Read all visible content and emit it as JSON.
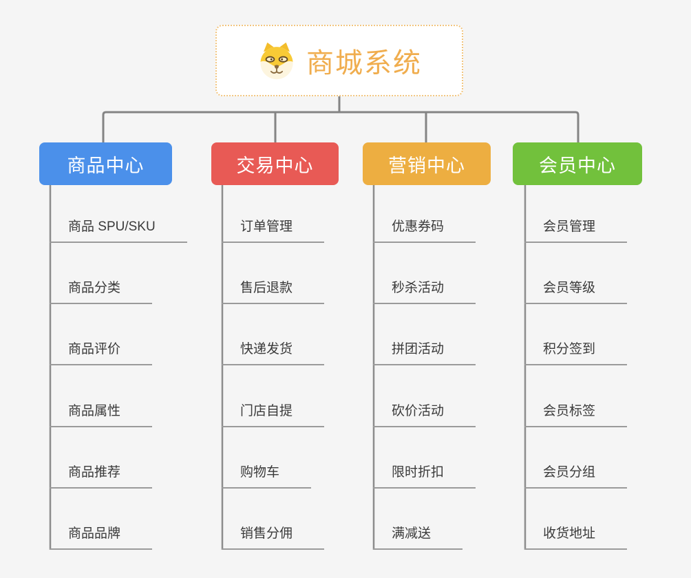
{
  "page": {
    "background_color": "#f5f5f5",
    "connector_color": "#848484",
    "underline_color": "#9a9a9a"
  },
  "root": {
    "title": "商城系统",
    "icon": "dog-face-icon",
    "text_color": "#f0ad4e",
    "border_color": "#f2c57e",
    "background_color": "#ffffff"
  },
  "branches": [
    {
      "label": "商品中心",
      "color": "#4b90ea",
      "items": [
        "商品 SPU/SKU",
        "商品分类",
        "商品评价",
        "商品属性",
        "商品推荐",
        "商品品牌"
      ]
    },
    {
      "label": "交易中心",
      "color": "#e85a55",
      "items": [
        "订单管理",
        "售后退款",
        "快递发货",
        "门店自提",
        "购物车",
        "销售分佣"
      ]
    },
    {
      "label": "营销中心",
      "color": "#edae41",
      "items": [
        "优惠券码",
        "秒杀活动",
        "拼团活动",
        "砍价活动",
        "限时折扣",
        "满减送"
      ]
    },
    {
      "label": "会员中心",
      "color": "#72c13c",
      "items": [
        "会员管理",
        "会员等级",
        "积分签到",
        "会员标签",
        "会员分组",
        "收货地址"
      ]
    }
  ]
}
